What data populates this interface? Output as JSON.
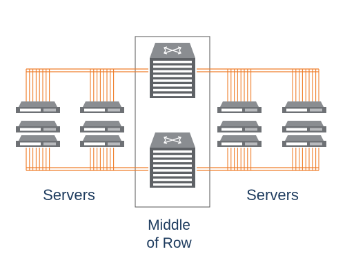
{
  "labels": {
    "servers_left": "Servers",
    "servers_right": "Servers",
    "middle_of_row_line1": "Middle",
    "middle_of_row_line2": "of Row"
  },
  "colors": {
    "cable": "#ef7d2a",
    "device_top": "#8a8d91",
    "device_side": "#6e7175",
    "switch_face": "#5f6266",
    "text": "#1d3b5e",
    "enclosure": "#555555"
  },
  "icons": {
    "switch": "network-switch-icon",
    "server": "server-stack-icon"
  }
}
